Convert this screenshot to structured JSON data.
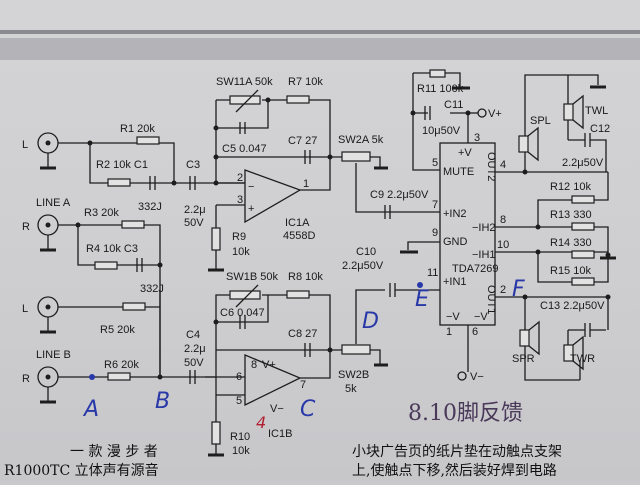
{
  "labels": {
    "jack_l1": "L",
    "jack_r1": "R",
    "jack_l2": "L",
    "jack_r2": "R",
    "line_a": "LINE A",
    "line_b": "LINE B",
    "r1": "R1  20k",
    "r2c1": "R2  10k  C1",
    "c1_val": "332J",
    "c3": "C3",
    "c3_val1": "2.2μ",
    "c3_val2": "50V",
    "r3": "R3  20k",
    "r4c3": "R4  10k  C3",
    "c3b_val": "332J",
    "r5": "R5  20k",
    "r6": "R6  20k",
    "sw11a": "SW11A  50k",
    "r7": "R7  10k",
    "c5": "C5  0.047",
    "c7": "C7  27",
    "r9": "R9",
    "r9_val": "10k",
    "ic1a": "IC1A",
    "ic1a_part": "4558D",
    "pin2": "2",
    "pin3": "3",
    "pin1": "1",
    "minus": "−",
    "plus": "+",
    "sw1b": "SW1B  50k",
    "r8": "R8  10k",
    "c6": "C6  0.047",
    "c8": "C8  27",
    "c4": "C4",
    "c4_val1": "2.2μ",
    "c4_val2": "50V",
    "pin8": "8",
    "vplus_pin": "V+",
    "pin6": "6",
    "pin5": "5",
    "pin7": "7",
    "vminus_pin": "V−",
    "r10": "R10",
    "r10_val": "10k",
    "ic1b": "IC1B",
    "sw2a": "SW2A  5k",
    "sw2b": "SW2B",
    "sw2b_val": "5k",
    "c9": "C9  2.2μ50V",
    "c10": "C10",
    "c10_val": "2.2μ50V",
    "r11": "R11  100k",
    "c11": "C11",
    "c11_val": "10μ50V",
    "vplus": "V+",
    "vminus": "V−",
    "ic_pin3": "3",
    "ic_plusv": "+V",
    "ic_pin5": "5",
    "mute": "MUTE",
    "ic_pin7": "7",
    "in2": "+IN2",
    "ic_pin9": "9",
    "gnd": "GND",
    "ic_pin11": "11",
    "in1": "+IN1",
    "ic_part": "TDA7269",
    "out2": "OUT2",
    "out1": "OUT1",
    "ic_pin4": "4",
    "ic_pin8": "8",
    "ih2": "−IH2",
    "ic_pin10": "10",
    "ih1": "−IH1",
    "ic_pin2": "2",
    "ic_minusv1": "−V",
    "ic_minusv2": "−V",
    "ic_pin1": "1",
    "ic_pin6": "6",
    "spl": "SPL",
    "twl": "TWL",
    "c12": "C12",
    "c12_val": "2.2μ50V",
    "r12": "R12  10k",
    "r13": "R13  330",
    "r14": "R14  330",
    "r15": "R15  10k",
    "c13": "C13  2.2μ50V",
    "spr": "SPR",
    "twr": "TWR"
  },
  "handwriting": {
    "a": "A",
    "b": "B",
    "c": "C",
    "d": "D",
    "e": "E",
    "f": "F",
    "four": "4",
    "note": "8.10脚反馈"
  },
  "article": {
    "left_line1": "一 款 漫 步 者",
    "left_line2": "R1000TC 立体声有源音",
    "right_line1": "小块广告页的纸片垫在动触点支架",
    "right_line2": "上,使触点下移,然后装好焊到电路"
  }
}
